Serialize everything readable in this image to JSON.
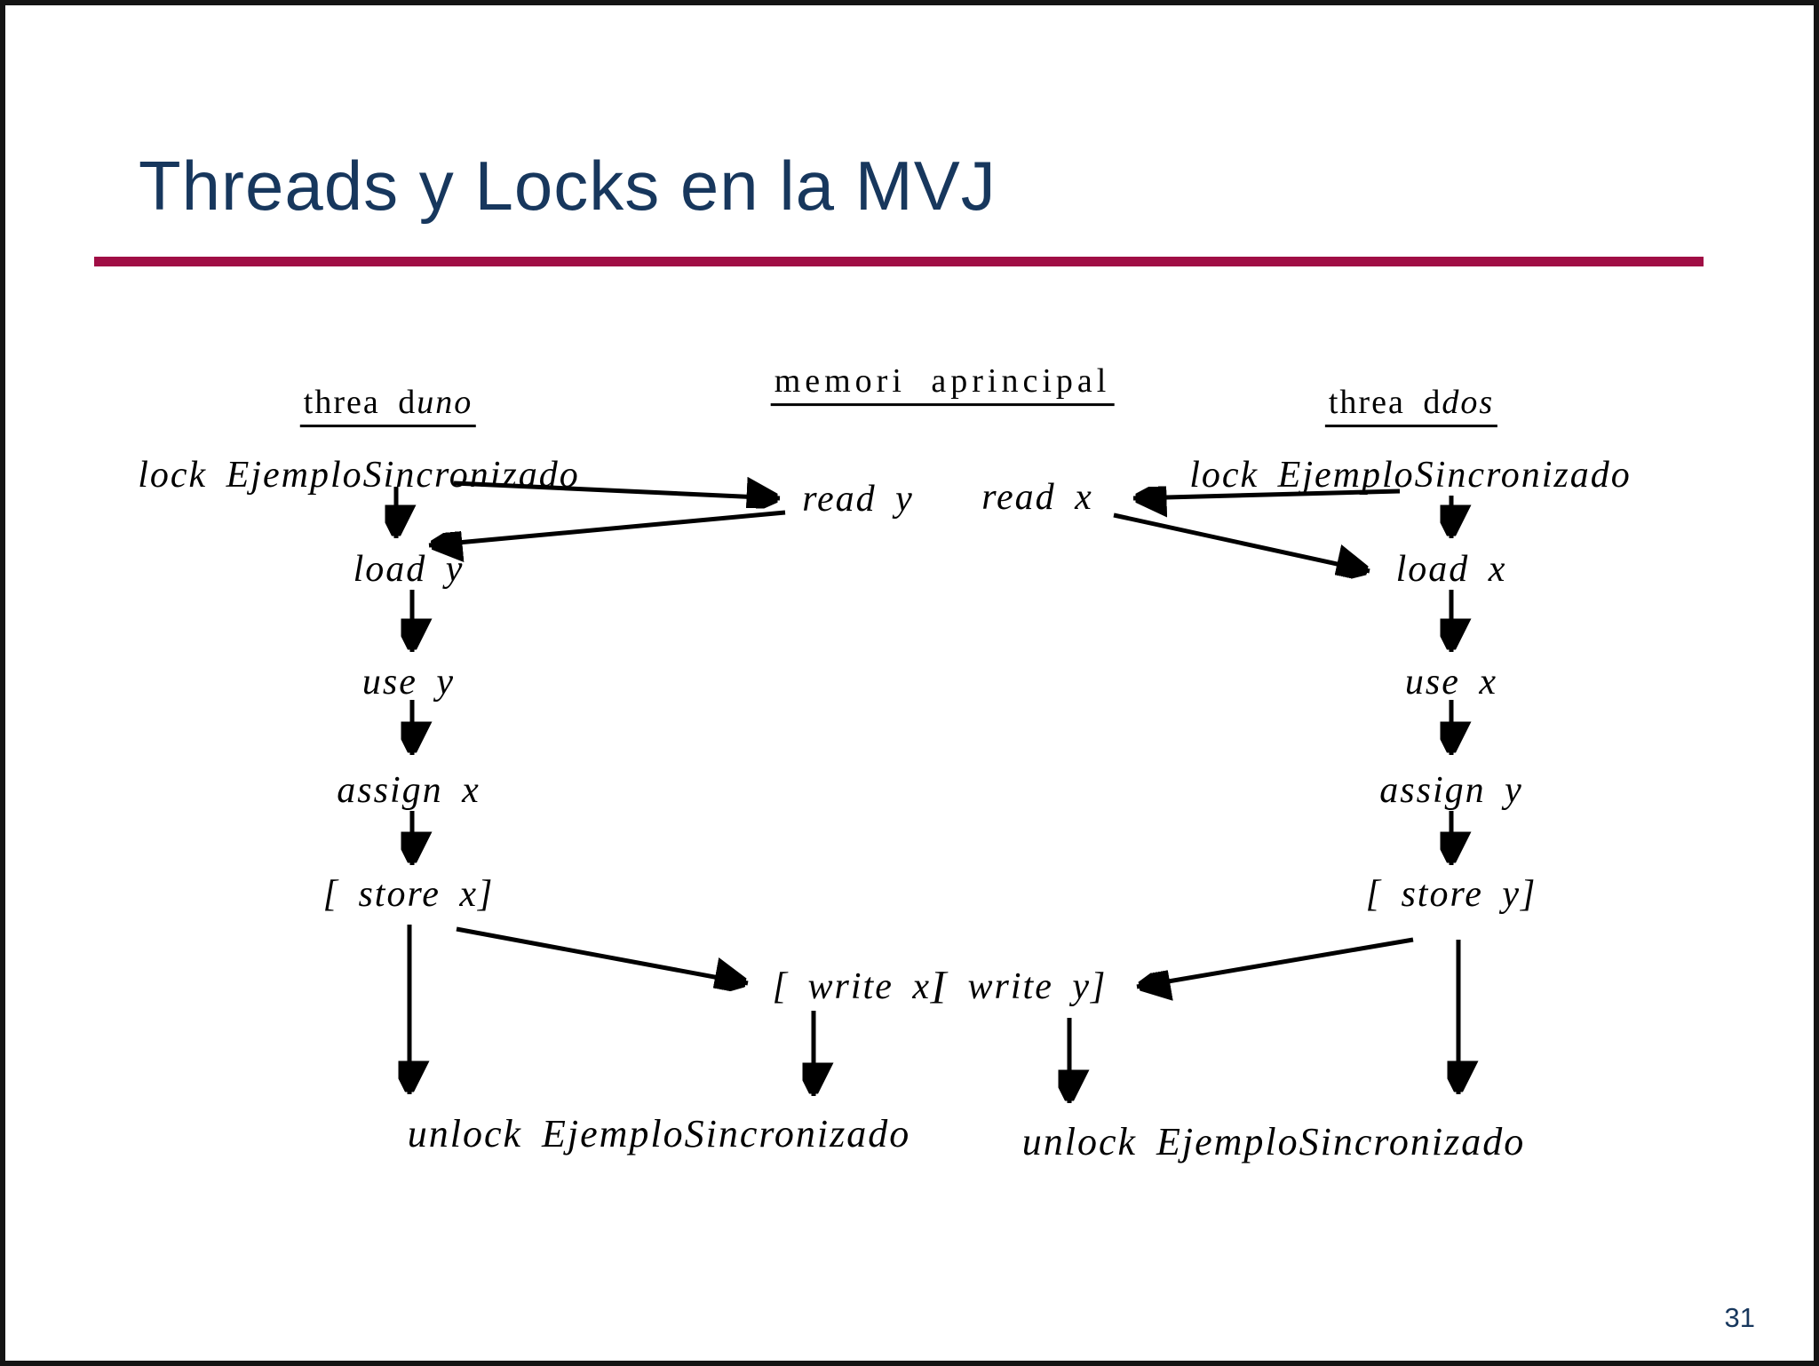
{
  "slide": {
    "title": "Threads y Locks en la MVJ",
    "page_number": "31",
    "colors": {
      "title": "#17375D",
      "divider": "#A00E45",
      "diagram_text": "#000000"
    }
  },
  "diagram": {
    "thread_uno": {
      "header_roman": "threa d",
      "header_italic": "uno",
      "lock": "lock EjemploSincronizado",
      "steps": [
        "load y",
        "use y",
        "assign x",
        "[ store x]"
      ],
      "unlock": "unlock EjemploSincronizado"
    },
    "memoria_principal": {
      "header": "memori aprincipal",
      "read_left": "read y",
      "read_right": "read x",
      "write_left": "[ write x]",
      "write_right": "[ write y]"
    },
    "thread_dos": {
      "header_roman": "threa d",
      "header_italic": "dos",
      "lock": "lock EjemploSincronizado",
      "steps": [
        "load x",
        "use x",
        "assign y",
        "[ store y]"
      ],
      "unlock": "unlock EjemploSincronizado"
    }
  }
}
